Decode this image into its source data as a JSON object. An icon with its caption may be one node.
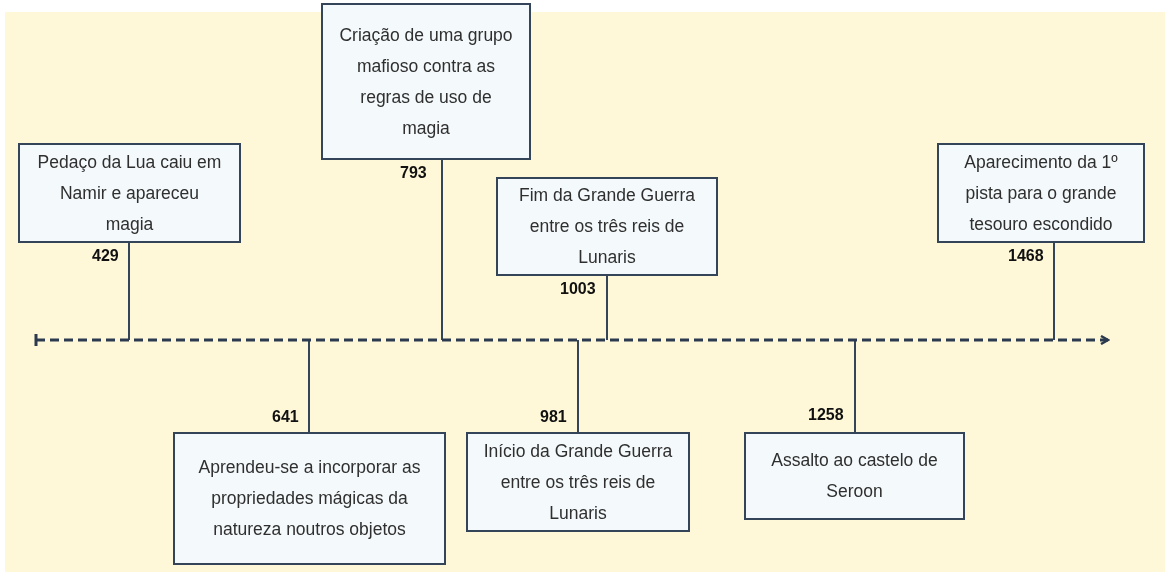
{
  "diagram": {
    "nodes": [
      {
        "text": [
          "Pedaço da Lua caiu em Namir e apareceu magia"
        ],
        "beside": [
          "429"
        ]
      },
      {
        "text": [
          "Aprendeu-se a incorporar as propriedades mágicas da natureza noutros objetos"
        ],
        "beside": [
          "641"
        ]
      },
      {
        "text": [
          "Criação de uma grupo mafioso contra as regras de uso de magia"
        ],
        "beside": [
          "793"
        ]
      },
      {
        "text": [
          "Início da Grande Guerra entre os três reis de Lunaris"
        ],
        "beside": [
          "981"
        ]
      },
      {
        "text": [
          "Fim da Grande Guerra entre os três reis de Lunaris"
        ],
        "beside": [
          "1003"
        ]
      },
      {
        "text": [
          "Assalto ao castelo de Seroon"
        ],
        "beside": [
          "1258"
        ]
      },
      {
        "text": [
          "Aparecimento da 1º pista para o grande tesouro escondido"
        ],
        "beside": [
          "1468"
        ]
      }
    ],
    "edges": [
      {
        "from": 0,
        "to": null,
        "arrow": "none"
      },
      {
        "from": 1,
        "to": null,
        "arrow": "none"
      },
      {
        "from": 2,
        "to": null,
        "arrow": "none"
      },
      {
        "from": 3,
        "to": null,
        "arrow": "none"
      },
      {
        "from": 4,
        "to": null,
        "arrow": "none"
      },
      {
        "from": 5,
        "to": null,
        "arrow": "none"
      },
      {
        "from": 6,
        "to": null,
        "arrow": "none"
      }
    ]
  }
}
